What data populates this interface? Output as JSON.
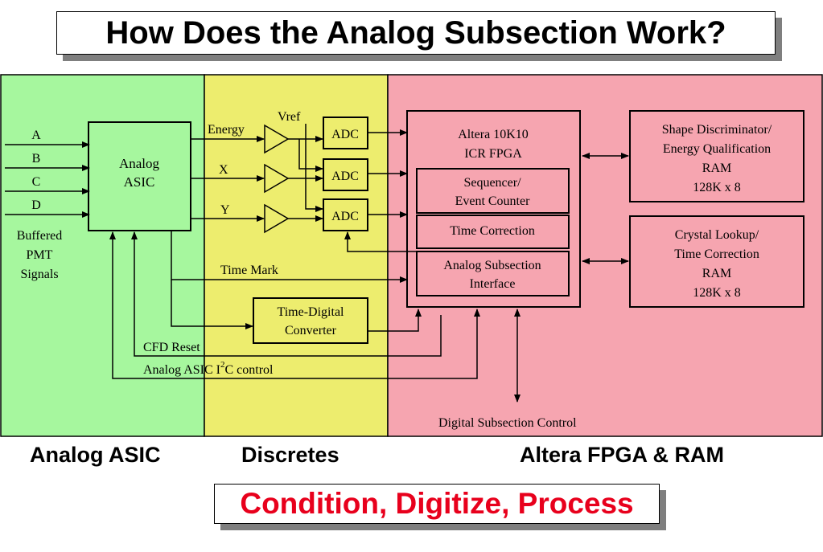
{
  "title": "How Does the Analog Subsection Work?",
  "caption": "Condition, Digitize, Process",
  "colors": {
    "analog_region": "#a6f79e",
    "discretes_region": "#eded6e",
    "fpga_region": "#f6a5b0",
    "caption_text": "#e8001c"
  },
  "sections": {
    "analog": "Analog ASIC",
    "discretes": "Discretes",
    "fpga": "Altera FPGA & RAM"
  },
  "inputs": [
    "A",
    "B",
    "C",
    "D"
  ],
  "buffered_label": [
    "Buffered",
    "PMT",
    "Signals"
  ],
  "asic_label": [
    "Analog",
    "ASIC"
  ],
  "channels": {
    "energy": "Energy",
    "x": "X",
    "y": "Y",
    "vref": "Vref"
  },
  "adc_label": "ADC",
  "time_mark": "Time Mark",
  "tdc_label": [
    "Time-Digital",
    "Converter"
  ],
  "cfd_reset": "CFD Reset",
  "i2c_control": {
    "prefix": "Analog ASIC I",
    "superscript": "2",
    "suffix": "C control"
  },
  "fpga": {
    "title": [
      "Altera 10K10",
      "ICR FPGA"
    ],
    "blocks": [
      [
        "Sequencer/",
        "Event Counter"
      ],
      [
        "Time Correction"
      ],
      [
        "Analog Subsection",
        "Interface"
      ]
    ]
  },
  "ram_shape": [
    "Shape Discriminator/",
    "Energy Qualification",
    "RAM",
    "128K x 8"
  ],
  "ram_crystal": [
    "Crystal Lookup/",
    "Time Correction",
    "RAM",
    "128K x 8"
  ],
  "digital_control": "Digital Subsection Control"
}
